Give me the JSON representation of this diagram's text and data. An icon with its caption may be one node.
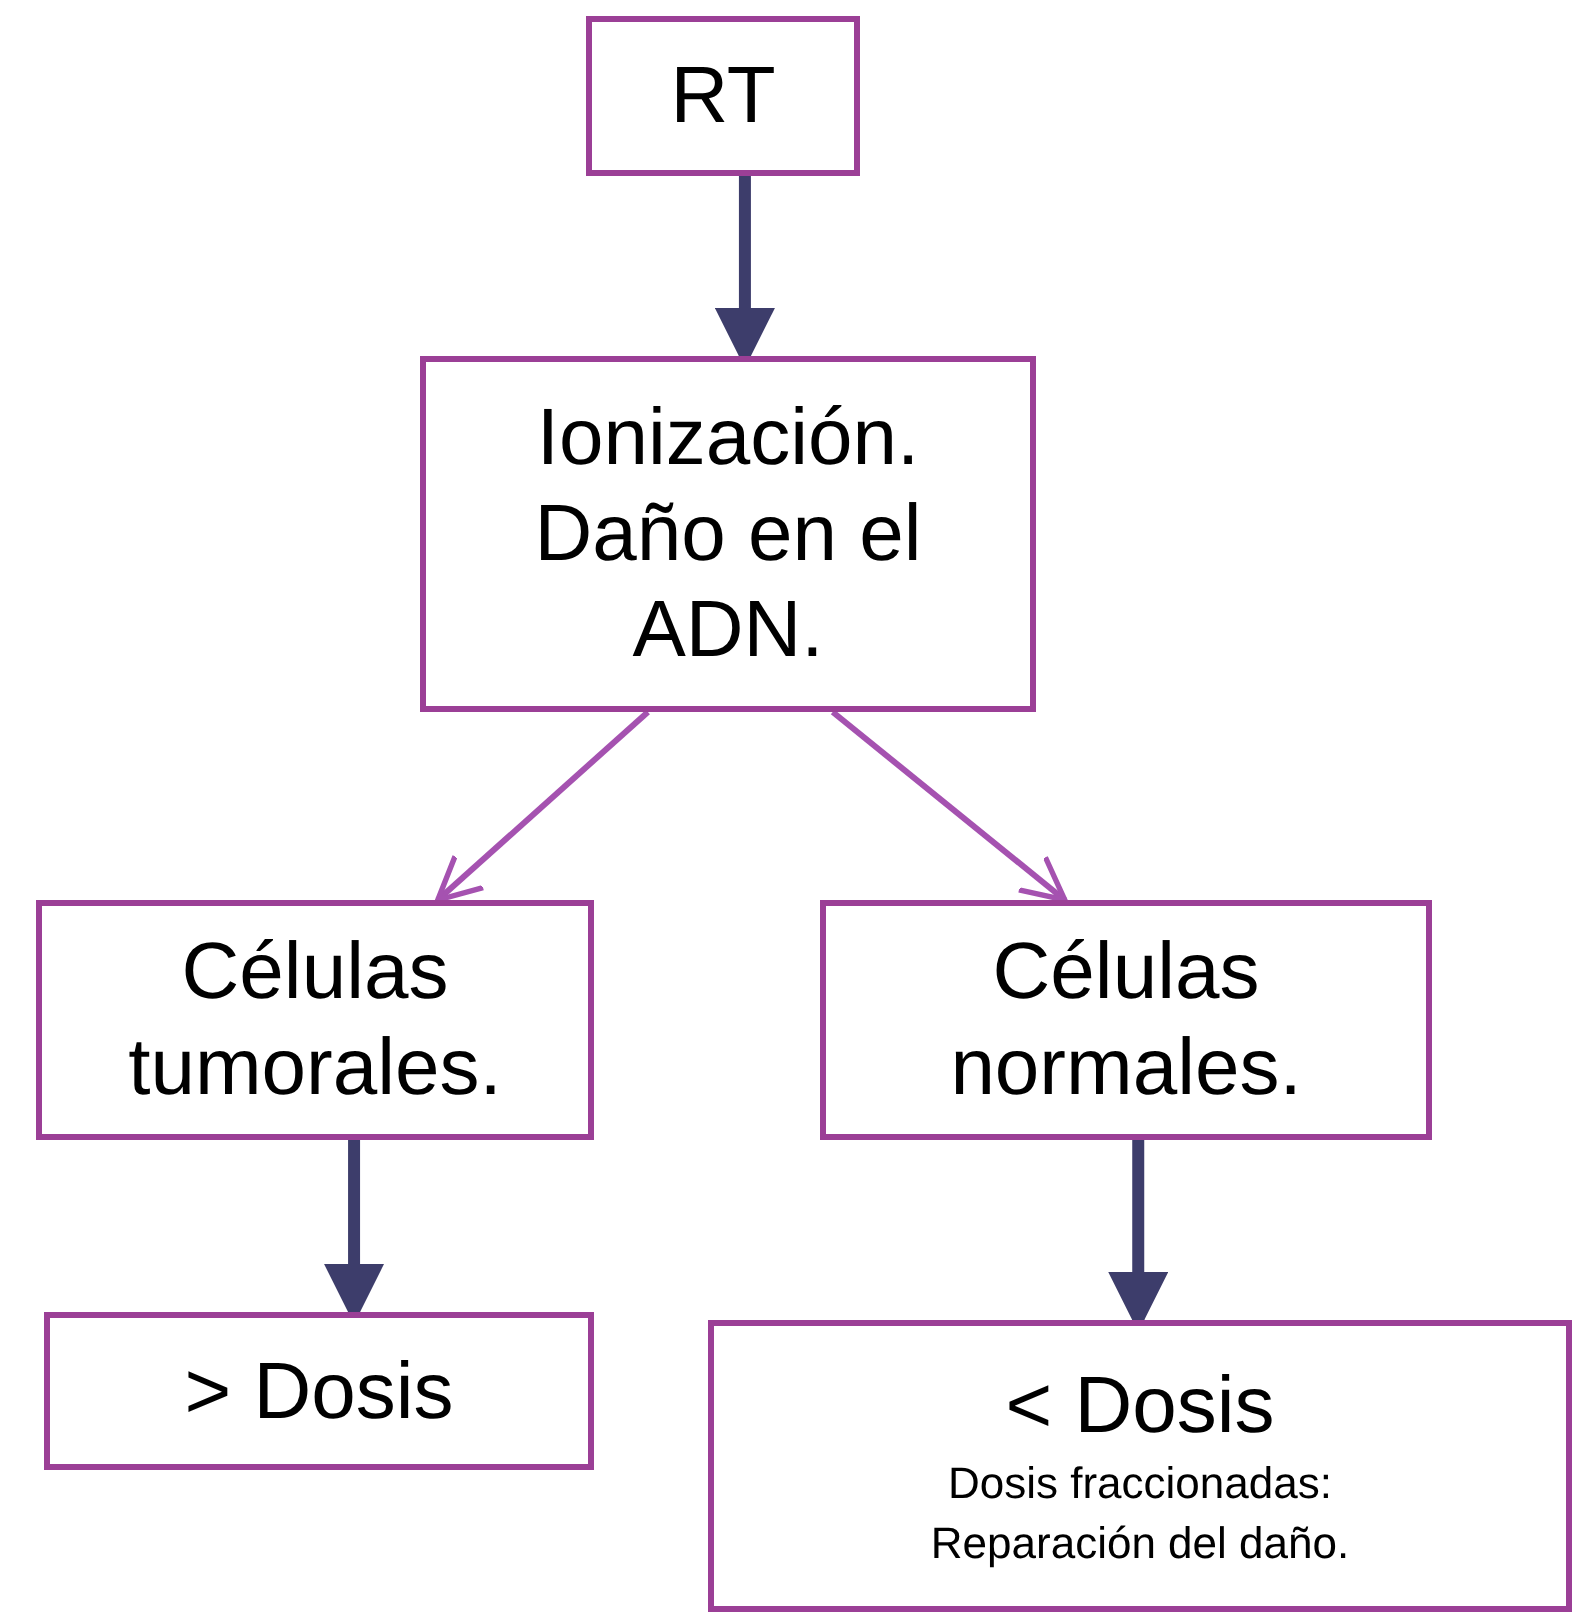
{
  "diagram": {
    "nodes": [
      {
        "text": [
          "RT"
        ]
      },
      {
        "text": [
          "Ionización. Daño en el ADN."
        ]
      },
      {
        "text": [
          "Células tumorales."
        ]
      },
      {
        "text": [
          "Células normales."
        ]
      },
      {
        "text": [
          "> Dosis"
        ]
      },
      {
        "text": [
          "< Dosis",
          "Dosis fraccionadas: Reparación del daño."
        ]
      }
    ],
    "edges": [
      {
        "from": 0,
        "to": 1,
        "arrow": "to"
      },
      {
        "from": 1,
        "to": 2,
        "arrow": "to",
        "color": "#a552b0"
      },
      {
        "from": 1,
        "to": 3,
        "arrow": "to",
        "color": "#a552b0"
      },
      {
        "from": 2,
        "to": 4,
        "arrow": "to"
      },
      {
        "from": 3,
        "to": 5,
        "arrow": "to"
      }
    ]
  }
}
